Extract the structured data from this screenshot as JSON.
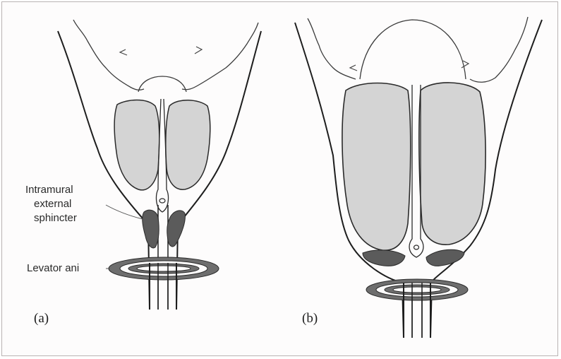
{
  "figure": {
    "labels": {
      "intramural_line1": "Intramural",
      "intramural_line2": "external",
      "intramural_line3": "sphincter",
      "levator_ani": "Levator ani"
    },
    "panels": [
      {
        "id": "a",
        "label": "(a)"
      },
      {
        "id": "b",
        "label": "(b)"
      }
    ],
    "colors": {
      "stroke": "#1e1e1e",
      "lobe_fill": "#d4d4d4",
      "muscle_fill": "#5b5b5b",
      "ring_fill": "#6e6e6e",
      "background": "#fdfcfc"
    }
  }
}
